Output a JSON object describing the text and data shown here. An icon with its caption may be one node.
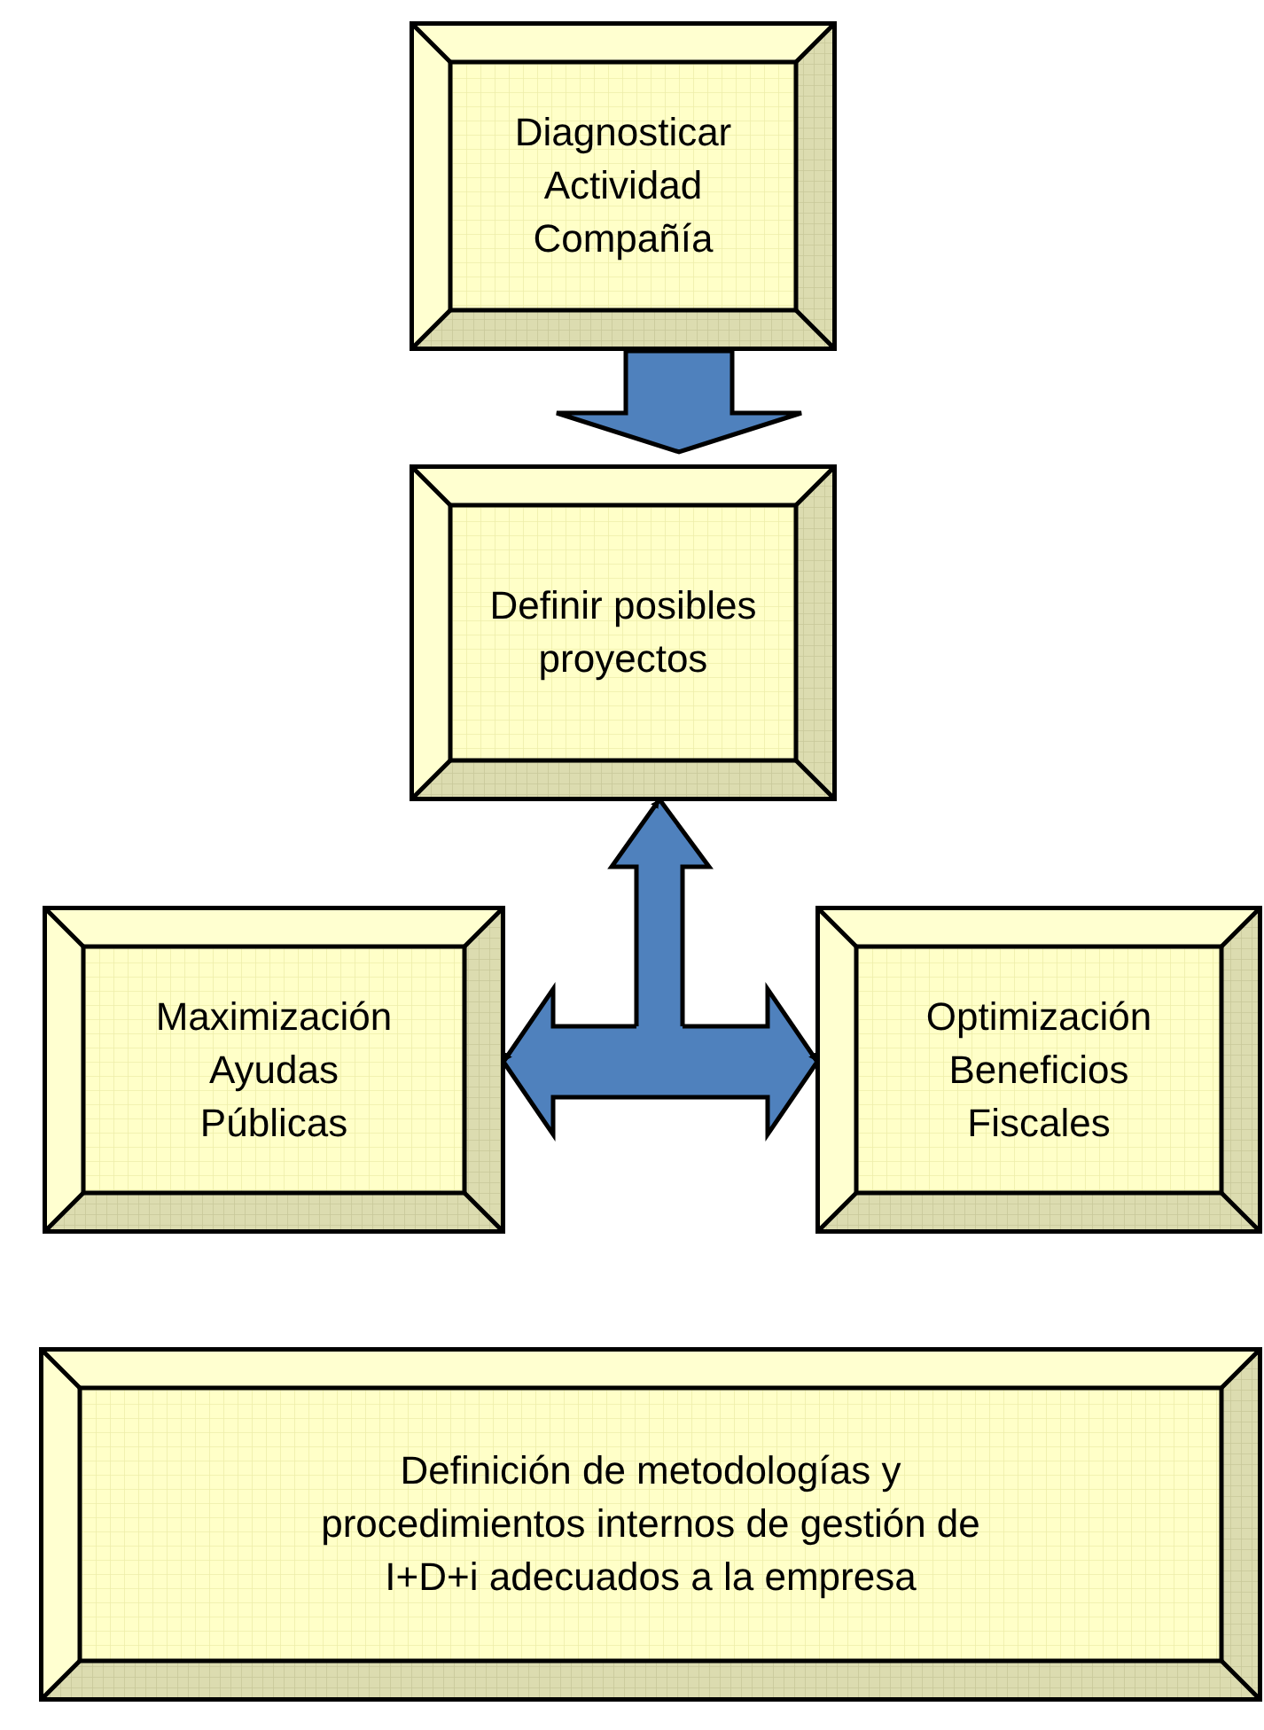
{
  "diagram": {
    "nodes": [
      {
        "text": [
          "Diagnosticar Actividad Compañía"
        ]
      },
      {
        "text": [
          "Definir posibles proyectos"
        ]
      },
      {
        "text": [
          "Maximización Ayudas Públicas"
        ]
      },
      {
        "text": [
          "Optimización Beneficios Fiscales"
        ]
      },
      {
        "text": [
          "Definición de metodologías y procedimientos internos de gestión de I+D+i adecuados a la empresa"
        ]
      }
    ],
    "edges": [
      {
        "from": 0,
        "to": 1,
        "arrow": "to"
      },
      {
        "from": null,
        "to": 1,
        "arrow": "to"
      },
      {
        "from": null,
        "to": 2,
        "arrow": "to"
      },
      {
        "from": null,
        "to": 3,
        "arrow": "to"
      }
    ]
  }
}
